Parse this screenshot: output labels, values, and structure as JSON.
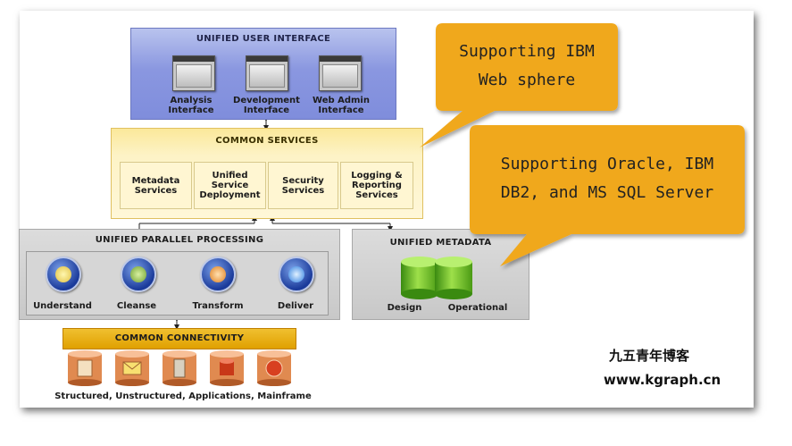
{
  "unified_user_interface": {
    "title": "UNIFIED USER INTERFACE",
    "items": [
      "Analysis\nInterface",
      "Development\nInterface",
      "Web Admin\nInterface"
    ]
  },
  "common_services": {
    "title": "COMMON SERVICES",
    "items": [
      "Metadata\nServices",
      "Unified\nService\nDeployment",
      "Security\nServices",
      "Logging &\nReporting\nServices"
    ]
  },
  "unified_parallel_processing": {
    "title": "UNIFIED PARALLEL PROCESSING",
    "items": [
      "Understand",
      "Cleanse",
      "Transform",
      "Deliver"
    ]
  },
  "unified_metadata": {
    "title": "UNIFIED METADATA",
    "items": [
      "Design",
      "Operational"
    ]
  },
  "common_connectivity": {
    "title": "COMMON CONNECTIVITY",
    "caption": "Structured, Unstructured, Applications, Mainframe"
  },
  "callouts": {
    "websphere": "Supporting IBM\nWeb sphere",
    "databases": "Supporting Oracle, IBM\nDB2, and MS SQL Server"
  },
  "watermark": {
    "name": "九五青年博客",
    "url": "www.kgraph.cn"
  },
  "colors": {
    "callout": "#f0a81c",
    "ui_panel": "#8a97e0",
    "services_panel": "#fdf3c6",
    "connectivity": "#e8b020",
    "metadata_green": "#6cc020"
  }
}
